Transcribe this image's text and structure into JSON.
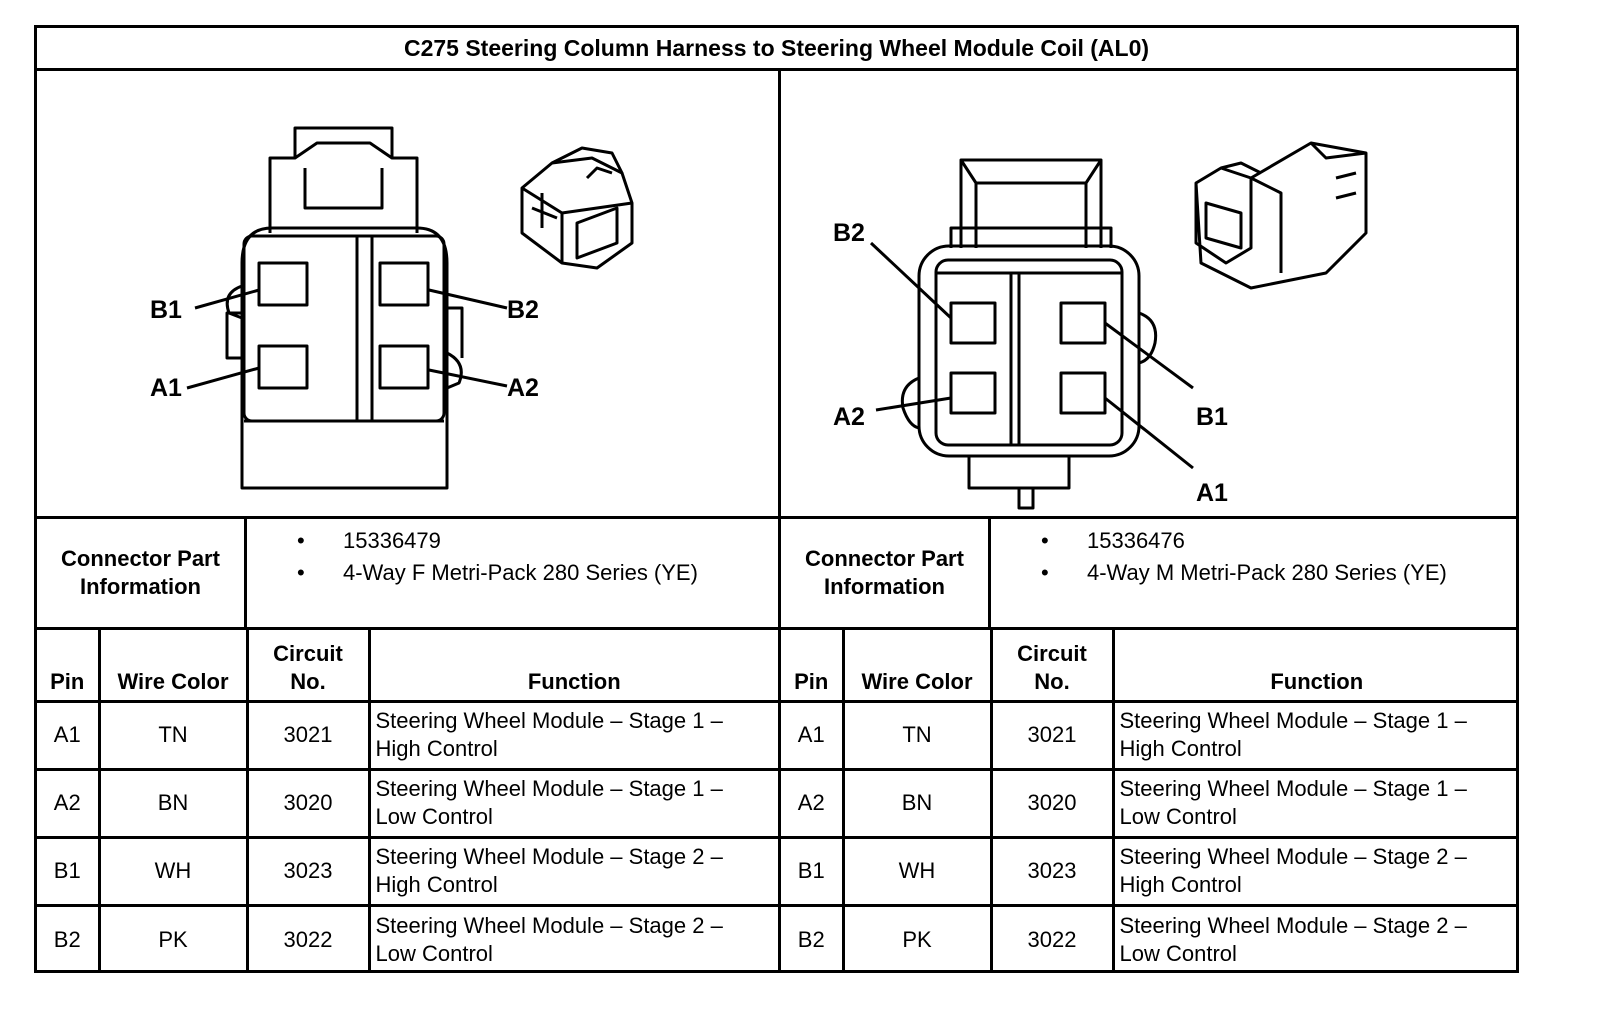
{
  "title": "C275 Steering Column Harness to Steering Wheel Module Coil (AL0)",
  "left": {
    "drawing_labels": {
      "b1": "B1",
      "b2": "B2",
      "a1": "A1",
      "a2": "A2"
    },
    "info_label_line1": "Connector Part",
    "info_label_line2": "Information",
    "part_info": [
      "15336479",
      "4-Way F Metri-Pack 280 Series (YE)"
    ],
    "headers": {
      "pin": "Pin",
      "wire": "Wire Color",
      "circuit_line1": "Circuit",
      "circuit_line2": "No.",
      "function": "Function"
    },
    "rows": [
      {
        "pin": "A1",
        "wire": "TN",
        "circuit": "3021",
        "fn1": "Steering Wheel Module – Stage 1 –",
        "fn2": "High Control"
      },
      {
        "pin": "A2",
        "wire": "BN",
        "circuit": "3020",
        "fn1": "Steering Wheel Module – Stage 1 –",
        "fn2": "Low Control"
      },
      {
        "pin": "B1",
        "wire": "WH",
        "circuit": "3023",
        "fn1": "Steering Wheel Module – Stage 2 –",
        "fn2": "High Control"
      },
      {
        "pin": "B2",
        "wire": "PK",
        "circuit": "3022",
        "fn1": "Steering Wheel Module – Stage 2 –",
        "fn2": "Low Control"
      }
    ]
  },
  "right": {
    "drawing_labels": {
      "b1": "B1",
      "b2": "B2",
      "a1": "A1",
      "a2": "A2"
    },
    "info_label_line1": "Connector Part",
    "info_label_line2": "Information",
    "part_info": [
      "15336476",
      "4-Way M Metri-Pack 280 Series (YE)"
    ],
    "headers": {
      "pin": "Pin",
      "wire": "Wire Color",
      "circuit_line1": "Circuit",
      "circuit_line2": "No.",
      "function": "Function"
    },
    "rows": [
      {
        "pin": "A1",
        "wire": "TN",
        "circuit": "3021",
        "fn1": "Steering Wheel Module – Stage 1 –",
        "fn2": "High Control"
      },
      {
        "pin": "A2",
        "wire": "BN",
        "circuit": "3020",
        "fn1": "Steering Wheel Module – Stage 1 –",
        "fn2": "Low Control"
      },
      {
        "pin": "B1",
        "wire": "WH",
        "circuit": "3023",
        "fn1": "Steering Wheel Module – Stage 2 –",
        "fn2": "High Control"
      },
      {
        "pin": "B2",
        "wire": "PK",
        "circuit": "3022",
        "fn1": "Steering Wheel Module – Stage 2 –",
        "fn2": "Low Control"
      }
    ]
  }
}
